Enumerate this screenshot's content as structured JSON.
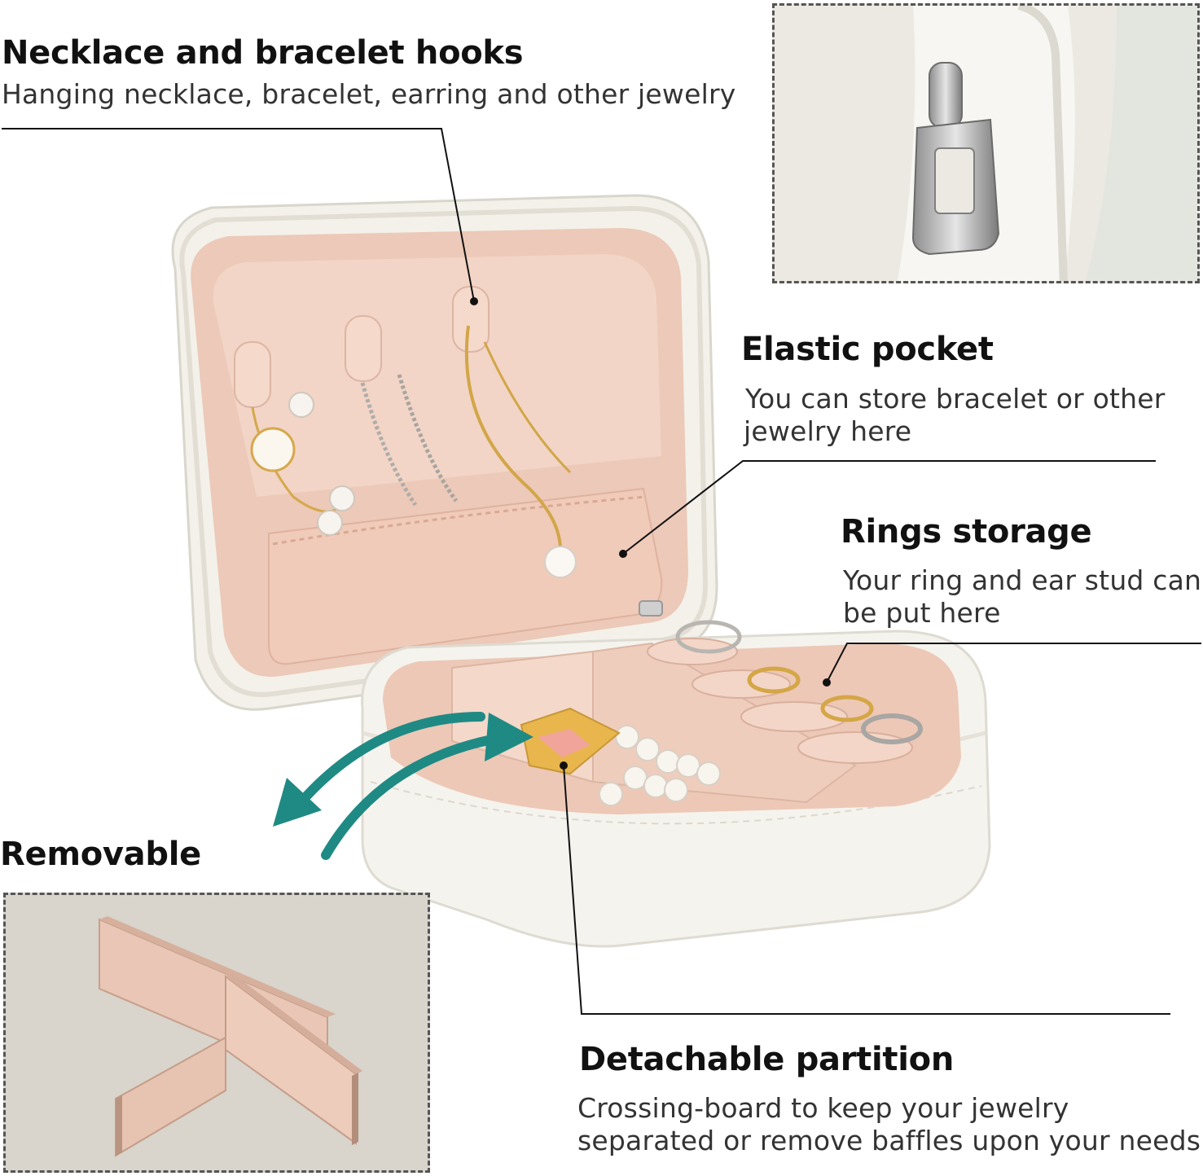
{
  "callouts": {
    "hooks": {
      "title": "Necklace and bracelet hooks",
      "desc": "Hanging necklace, bracelet, earring and other jewelry"
    },
    "pocket": {
      "title": "Elastic pocket",
      "desc_line1": "You can store bracelet or other",
      "desc_line2": "jewelry here"
    },
    "rings": {
      "title": "Rings storage",
      "desc_line1": "Your ring and ear stud can",
      "desc_line2": "be put here"
    },
    "removable": {
      "title": "Removable"
    },
    "partition": {
      "title": "Detachable partition",
      "desc_line1": "Crossing-board to keep your jewelry",
      "desc_line2": "separated or remove baffles upon your needs"
    }
  },
  "icons": {
    "zipper_inset": "zipper-pull-icon",
    "cross_divider_inset": "cross-divider-icon",
    "arrows": "curved-double-arrow-icon"
  },
  "colors": {
    "lining": "#e8c4b2",
    "case_white": "#f4f2ec",
    "arrow_teal": "#1f8a84"
  }
}
